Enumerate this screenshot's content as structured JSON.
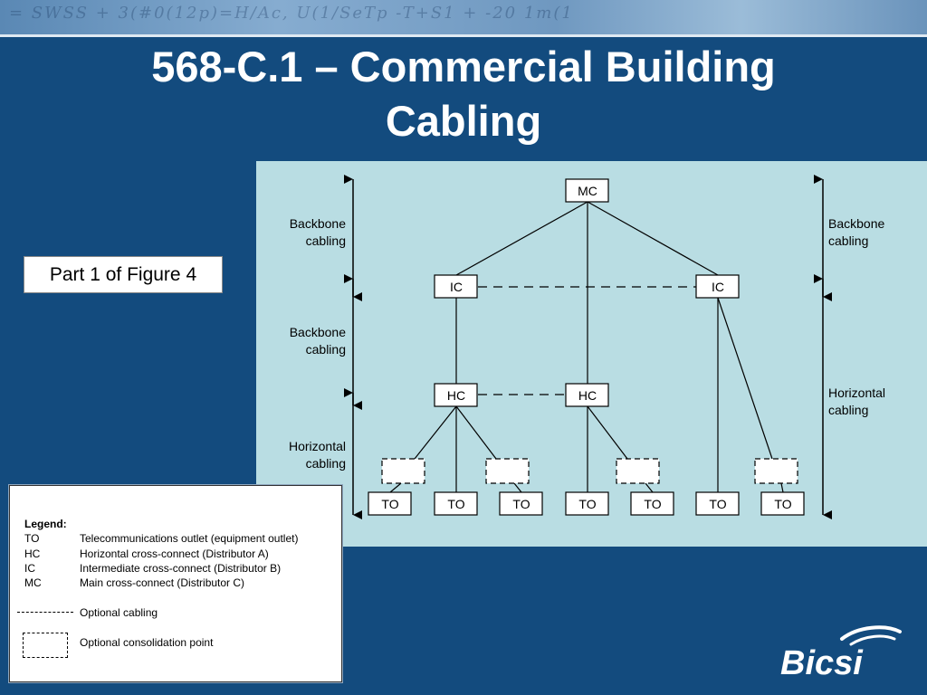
{
  "slide": {
    "title_line1": "568-C.1 – Commercial Building",
    "title_line2": "Cabling",
    "figure_label": "Part 1 of Figure 4",
    "banner_text": "= SWSS + 3(#0(12p)=H/Ac, U(1/SeTp -T+S1 + -20 1m(1"
  },
  "diagram": {
    "nodes": {
      "mc": "MC",
      "ic_left": "IC",
      "ic_right": "IC",
      "hc_left": "HC",
      "hc_right": "HC"
    },
    "outlets": [
      "TO",
      "TO",
      "TO",
      "TO",
      "TO",
      "TO",
      "TO"
    ],
    "left_labels": [
      {
        "line1": "Backbone",
        "line2": "cabling"
      },
      {
        "line1": "Backbone",
        "line2": "cabling"
      },
      {
        "line1": "Horizontal",
        "line2": "cabling"
      }
    ],
    "right_labels": [
      {
        "line1": "Backbone",
        "line2": "cabling"
      },
      {
        "line1": "Horizontal",
        "line2": "cabling"
      }
    ]
  },
  "legend": {
    "heading": "Legend:",
    "items": [
      {
        "abbr": "TO",
        "desc": "Telecommunications outlet (equipment outlet)"
      },
      {
        "abbr": "HC",
        "desc": "Horizontal cross-connect (Distributor A)"
      },
      {
        "abbr": "IC",
        "desc": "Intermediate cross-connect (Distributor B)"
      },
      {
        "abbr": "MC",
        "desc": "Main cross-connect (Distributor C)"
      }
    ],
    "optional_cabling": "Optional cabling",
    "optional_consolidation": "Optional consolidation point"
  },
  "logo": {
    "text": "Bicsi",
    "color": "#ffffff"
  },
  "colors": {
    "background": "#134b7e",
    "diagram_panel": "#b9dde3"
  }
}
